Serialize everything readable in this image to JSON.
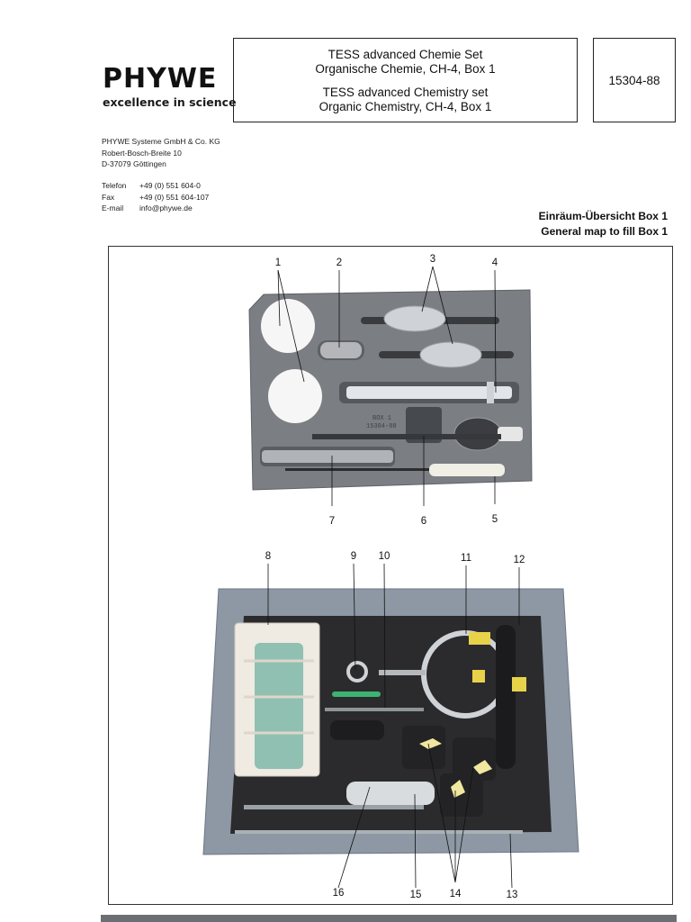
{
  "logo": {
    "word": "PHYWE",
    "tagline": "excellence in science"
  },
  "title": {
    "de_line1": "TESS advanced Chemie Set",
    "de_line2": "Organische Chemie, CH-4, Box 1",
    "en_line1": "TESS advanced Chemistry set",
    "en_line2": "Organic Chemistry, CH-4, Box 1"
  },
  "product_number": "15304-88",
  "company": {
    "name": "PHYWE Systeme GmbH & Co. KG",
    "street": "Robert-Bosch-Breite 10",
    "city": "D-37079 Göttingen"
  },
  "contact": [
    {
      "label": "Telefon",
      "value": "+49 (0) 551 604-0"
    },
    {
      "label": "Fax",
      "value": "+49 (0) 551 604-107"
    },
    {
      "label": "E-mail",
      "value": "info@phywe.de"
    }
  ],
  "map_title": {
    "de": "Einräum-Übersicht Box 1",
    "en": "General map to fill Box 1"
  },
  "tray_label": {
    "line1": "BOX 1",
    "line2": "15304-88"
  },
  "callouts": [
    "1",
    "2",
    "3",
    "4",
    "5",
    "6",
    "7",
    "8",
    "9",
    "10",
    "11",
    "12",
    "13",
    "14",
    "15",
    "16"
  ],
  "colors": {
    "tray_upper": "#7b7e82",
    "tray_lower_outer": "#8d98a4",
    "foam_lower": "#2b2b2d",
    "footer": "#6b6e72"
  }
}
